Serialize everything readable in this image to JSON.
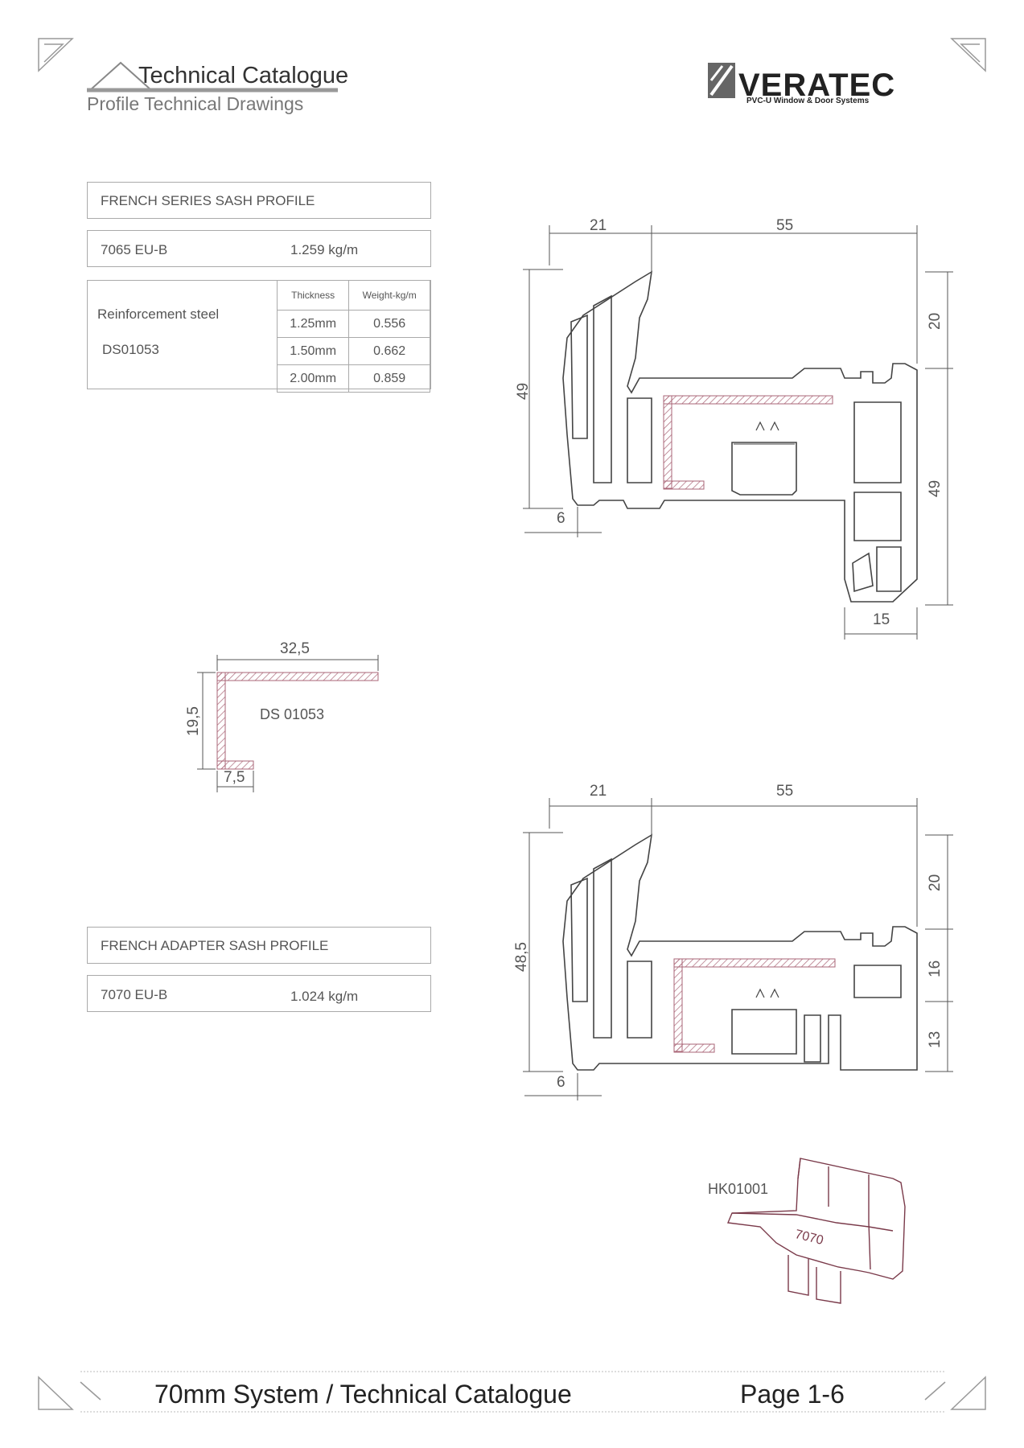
{
  "header": {
    "title": "Technical Catalogue",
    "subtitle": "Profile Technical Drawings",
    "logo_name": "VERATEC",
    "logo_tagline": "PVC-U Window & Door Systems"
  },
  "sash_profile": {
    "heading": "FRENCH SERIES SASH PROFILE",
    "code": "7065 EU-B",
    "weight": "1.259  kg/m",
    "reinforcement_label": "Reinforcement steel",
    "reinforcement_code": "DS01053",
    "table_headers": [
      "Thickness",
      "Weight-kg/m"
    ],
    "table_rows": [
      {
        "thickness": "1.25mm",
        "weight": "0.556"
      },
      {
        "thickness": "1.50mm",
        "weight": "0.662"
      },
      {
        "thickness": "2.00mm",
        "weight": "0.859"
      }
    ],
    "dims": {
      "top_left": "21",
      "top_right": "55",
      "left": "49",
      "right_top": "20",
      "right_bottom": "49",
      "bottom_left": "6",
      "bottom_right": "15"
    }
  },
  "steel": {
    "code": "DS 01053",
    "width": "32,5",
    "height": "19,5",
    "lip": "7,5"
  },
  "adapter_profile": {
    "heading": "FRENCH ADAPTER SASH PROFILE",
    "code": "7070 EU-B",
    "weight": "1.024  kg/m",
    "dims": {
      "top_left": "21",
      "top_right": "55",
      "left": "48,5",
      "right_top": "20",
      "right_mid": "16",
      "right_bottom": "13",
      "bottom_left": "6"
    }
  },
  "end_cap": {
    "code": "HK01001",
    "label": "7070"
  },
  "footer": {
    "title": "70mm System / Technical Catalogue",
    "page": "Page 1-6"
  }
}
